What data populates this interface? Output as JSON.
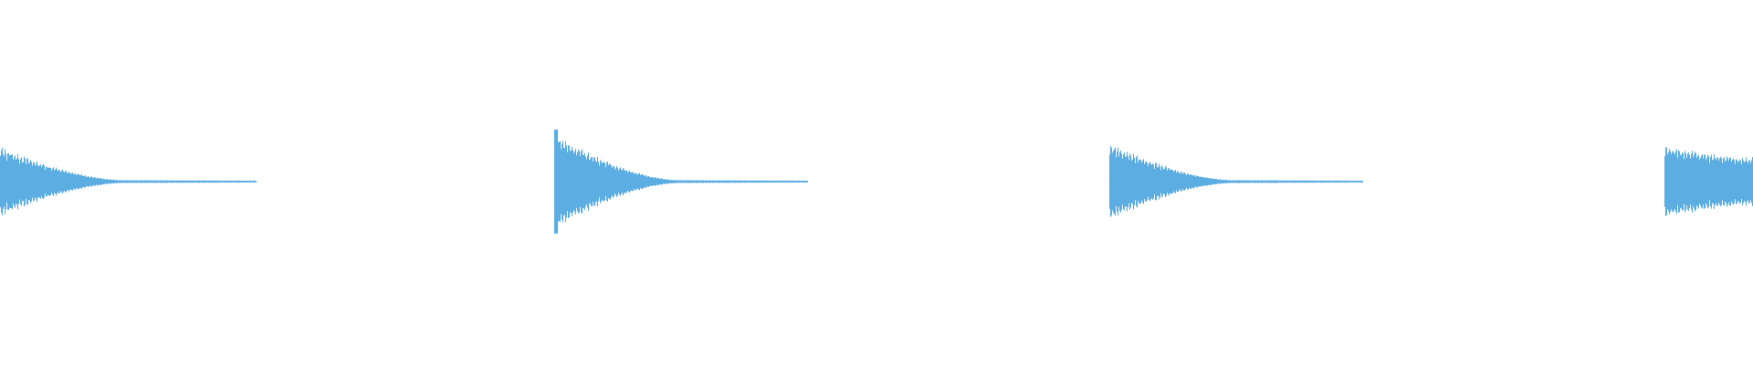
{
  "waveform": {
    "color": "#5dade2",
    "background": "#ffffff",
    "bursts": [
      {
        "peak": 0.45,
        "decay_to": 0.02
      },
      {
        "peak": 0.62,
        "decay_to": 0.02
      },
      {
        "peak": 0.5,
        "decay_to": 0.02
      },
      {
        "peak": 0.48,
        "decay_to": 0.35
      }
    ]
  }
}
